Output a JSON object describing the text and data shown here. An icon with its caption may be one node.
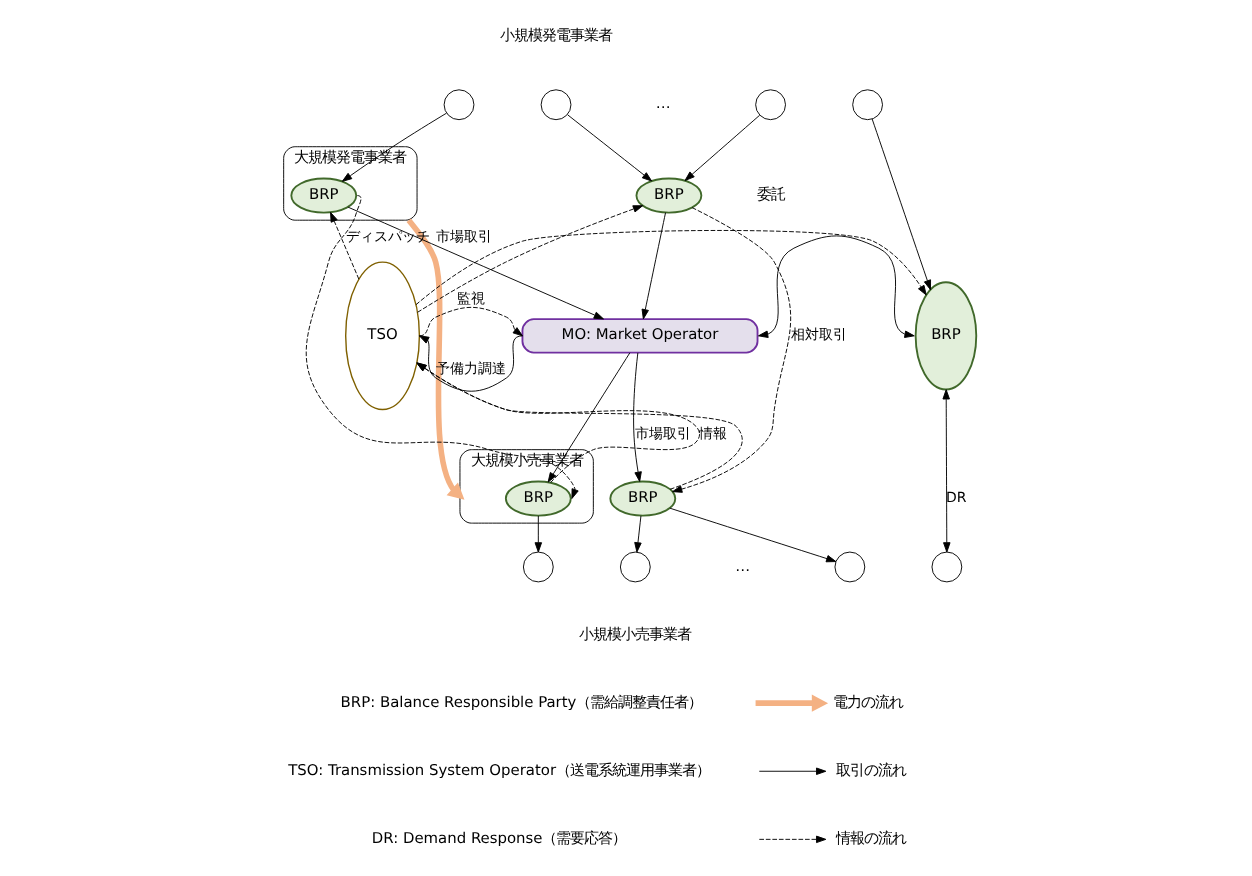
{
  "diagram": {
    "nodes": [
      {
        "text": [
          "大規模発電事業者"
        ]
      },
      {
        "text": [
          "BRP"
        ],
        "in": 0
      },
      {
        "text": [],
        "shape": "circle"
      },
      {
        "text": [],
        "shape": "circle"
      },
      {
        "text": [],
        "shape": "circle"
      },
      {
        "text": [],
        "shape": "circle"
      },
      {
        "text": [
          "BRP"
        ]
      },
      {
        "text": [
          "TSO"
        ]
      },
      {
        "text": [
          "MO: Market Operator"
        ]
      },
      {
        "text": [
          "BRP"
        ]
      },
      {
        "text": [
          "大規模小売事業者"
        ]
      },
      {
        "text": [
          "BRP"
        ],
        "in": 10
      },
      {
        "text": [
          "BRP"
        ]
      },
      {
        "text": [],
        "shape": "circle"
      },
      {
        "text": [],
        "shape": "circle"
      },
      {
        "text": [],
        "shape": "circle"
      },
      {
        "text": [],
        "shape": "circle"
      }
    ],
    "edges": [
      {
        "from": 0,
        "to": 10,
        "arrow": "to",
        "style": "thick",
        "color": "#f4b183"
      },
      {
        "from": 2,
        "to": 1,
        "arrow": "to"
      },
      {
        "from": 3,
        "to": 6,
        "arrow": "to"
      },
      {
        "from": 4,
        "to": 6,
        "arrow": "to"
      },
      {
        "from": 5,
        "to": 9,
        "arrow": "to"
      },
      {
        "from": 7,
        "to": 1,
        "arrow": "to",
        "style": "dashed",
        "label": "ディスパッチ"
      },
      {
        "from": 7,
        "to": 6,
        "arrow": "to",
        "style": "dashed"
      },
      {
        "from": 7,
        "to": 9,
        "arrow": "to",
        "style": "dashed"
      },
      {
        "from": 1,
        "to": 8,
        "arrow": "to",
        "label": "市場取引"
      },
      {
        "from": 6,
        "to": 8,
        "arrow": "to"
      },
      {
        "from": 7,
        "to": 8,
        "arrow": "to",
        "style": "dashed",
        "label": "監視"
      },
      {
        "from": 8,
        "to": 7,
        "arrow": "to",
        "label": "予備力調達"
      },
      {
        "from": 8,
        "to": 9,
        "arrow": "both"
      },
      {
        "from": 1,
        "to": 11,
        "arrow": "to",
        "style": "dashed"
      },
      {
        "from": 6,
        "to": 12,
        "arrow": "to",
        "style": "dashed",
        "label": "相対取引"
      },
      {
        "from": 8,
        "to": 11,
        "arrow": "to"
      },
      {
        "from": 8,
        "to": 12,
        "arrow": "to",
        "label": "市場取引"
      },
      {
        "from": 11,
        "to": 7,
        "arrow": "to",
        "style": "dashed",
        "label": "情報"
      },
      {
        "from": 12,
        "to": 7,
        "arrow": "to",
        "style": "dashed"
      },
      {
        "from": 11,
        "to": 13,
        "arrow": "to"
      },
      {
        "from": 12,
        "to": 14,
        "arrow": "to"
      },
      {
        "from": 12,
        "to": 15,
        "arrow": "to"
      },
      {
        "from": 9,
        "to": 16,
        "arrow": "both",
        "label": "DR"
      }
    ],
    "labels": [
      "小規模発電事業者",
      "委託",
      "…",
      "…",
      "小規模小売事業者",
      "BRP: Balance Responsible Party（需給調整責任者）",
      "TSO: Transmission System Operator（送電系統運用事業者）",
      "DR: Demand Response（需要応答）"
    ],
    "legend": [
      {
        "text": "電力の流れ"
      },
      {
        "text": "取引の流れ"
      },
      {
        "text": "情報の流れ"
      }
    ]
  }
}
